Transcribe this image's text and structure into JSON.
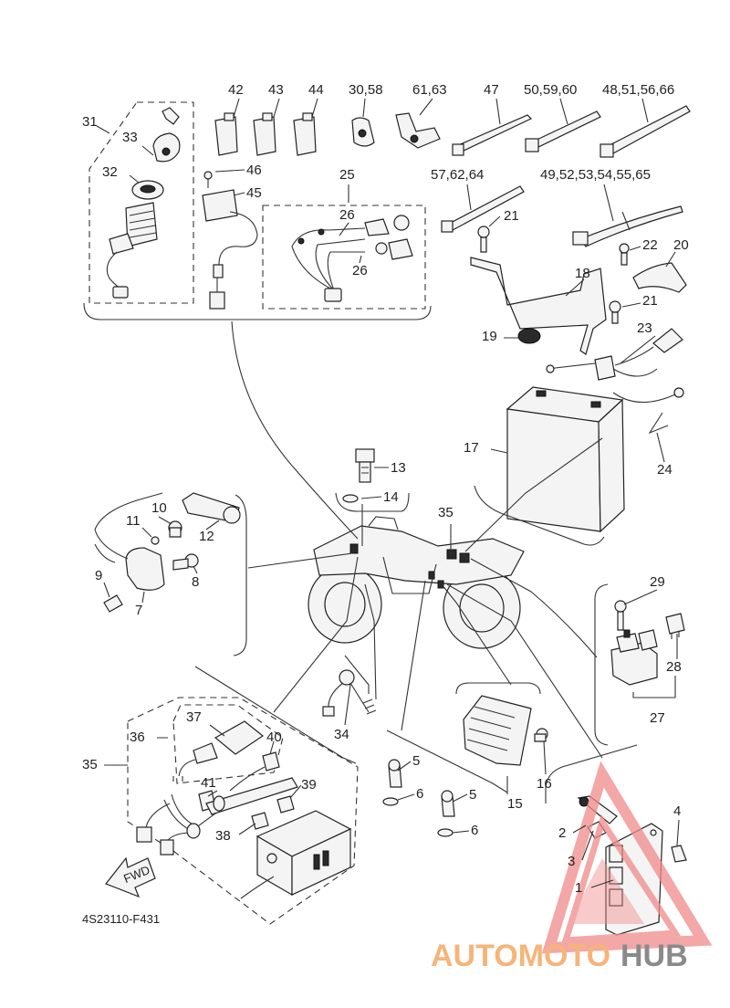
{
  "diagram": {
    "code": "4S23110-F431",
    "fwd": "FWD",
    "watermark": {
      "part1": "AUTOMOTO",
      "part2": "HUB",
      "color1": "#f5b57a",
      "color2": "#8a8a8a",
      "logo_color": "#f08a8a"
    },
    "labels": {
      "l1": "1",
      "l2": "2",
      "l3": "3",
      "l4": "4",
      "l5a": "5",
      "l5b": "5",
      "l6a": "6",
      "l6b": "6",
      "l7": "7",
      "l8": "8",
      "l9": "9",
      "l10": "10",
      "l11": "11",
      "l12": "12",
      "l13": "13",
      "l14": "14",
      "l15": "15",
      "l16": "16",
      "l17": "17",
      "l18": "18",
      "l19": "19",
      "l20": "20",
      "l21a": "21",
      "l21b": "21",
      "l22": "22",
      "l23": "23",
      "l24": "24",
      "l25": "25",
      "l26a": "26",
      "l26b": "26",
      "l27": "27",
      "l28": "28",
      "l29": "29",
      "l30": "30,58",
      "l31": "31",
      "l32": "32",
      "l33": "33",
      "l34": "34",
      "l35a": "35",
      "l35b": "35",
      "l36": "36",
      "l37": "37",
      "l38": "38",
      "l39": "39",
      "l40": "40",
      "l41": "41",
      "l42": "42",
      "l43": "43",
      "l44": "44",
      "l45": "45",
      "l46": "46",
      "l47": "47",
      "l48": "48,51,56,66",
      "l49": "49,52,53,54,55,65",
      "l50": "50,59,60",
      "l57": "57,62,64",
      "l61": "61,63"
    }
  }
}
